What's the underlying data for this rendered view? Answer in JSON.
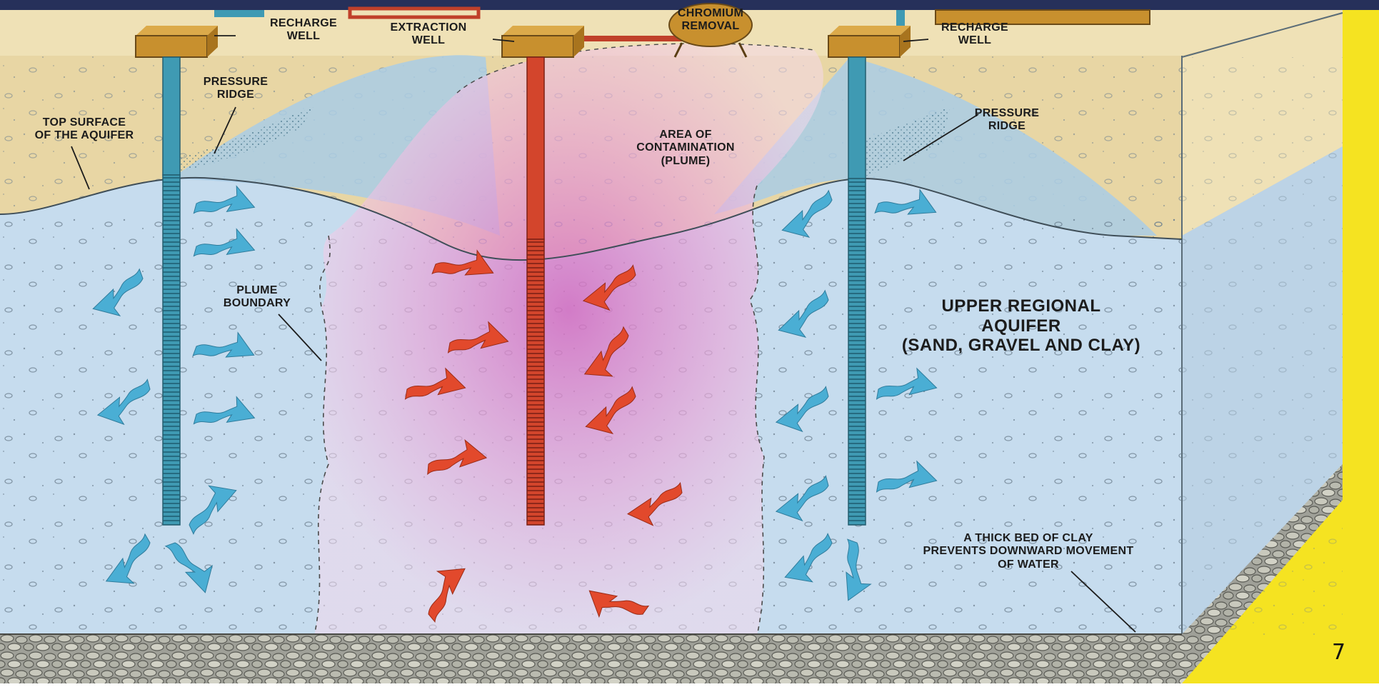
{
  "labels": {
    "recharge_well_left": "RECHARGE\nWELL",
    "extraction_well": "EXTRACTION\nWELL",
    "chromium_removal": "CHROMIUM\nREMOVAL",
    "recharge_well_right": "RECHARGE\nWELL",
    "pressure_ridge_left": "PRESSURE\nRIDGE",
    "pressure_ridge_right": "PRESSURE\nRIDGE",
    "top_surface": "TOP SURFACE\nOF THE AQUIFER",
    "plume_area": "AREA OF\nCONTAMINATION\n(PLUME)",
    "plume_boundary": "PLUME\nBOUNDARY",
    "upper_aquifer": "UPPER REGIONAL\nAQUIFER\n(SAND, GRAVEL AND CLAY)",
    "clay_bed": "A THICK BED OF CLAY\nPREVENTS DOWNWARD MOVEMENT\nOF WATER"
  },
  "page_number": "7",
  "colors": {
    "top_bar": "#26305a",
    "soil": "#e8d6a4",
    "aquifer": "#c6dcee",
    "plume": "#e69ad2",
    "well_pipe": "#3f9ab3",
    "extraction_pipe": "#d3452c",
    "flow_arrow_clean": "#4aaed4",
    "flow_arrow_contaminated": "#e2492c",
    "clay": "#a2a39b",
    "slide_background": "#f5e321",
    "wellhead": "#c8902e"
  }
}
